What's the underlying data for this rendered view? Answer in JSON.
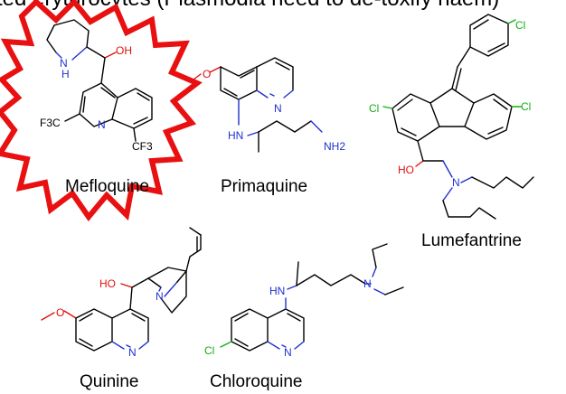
{
  "header_partial": "ted erythrocytes (Plasmodia need to de-toxify haem)",
  "colors": {
    "nitrogen": "#2030d0",
    "oxygen": "#e01010",
    "chlorine": "#10b010",
    "burst_highlight": "#e81010",
    "bond": "#000000"
  },
  "highlight": {
    "shape": "starburst",
    "target": "mefloquine"
  },
  "atoms": {
    "n": "N",
    "nh": "NH",
    "hn": "HN",
    "h": "H",
    "oh": "OH",
    "ho": "HO",
    "o": "O",
    "cl": "Cl",
    "f3c": "F3C",
    "cf3": "CF3",
    "nh2": "NH2"
  },
  "molecules": [
    {
      "id": "mefloquine",
      "name": "Mefloquine"
    },
    {
      "id": "primaquine",
      "name": "Primaquine"
    },
    {
      "id": "lumefantrine",
      "name": "Lumefantrine"
    },
    {
      "id": "quinine",
      "name": "Quinine"
    },
    {
      "id": "chloroquine",
      "name": "Chloroquine"
    }
  ]
}
